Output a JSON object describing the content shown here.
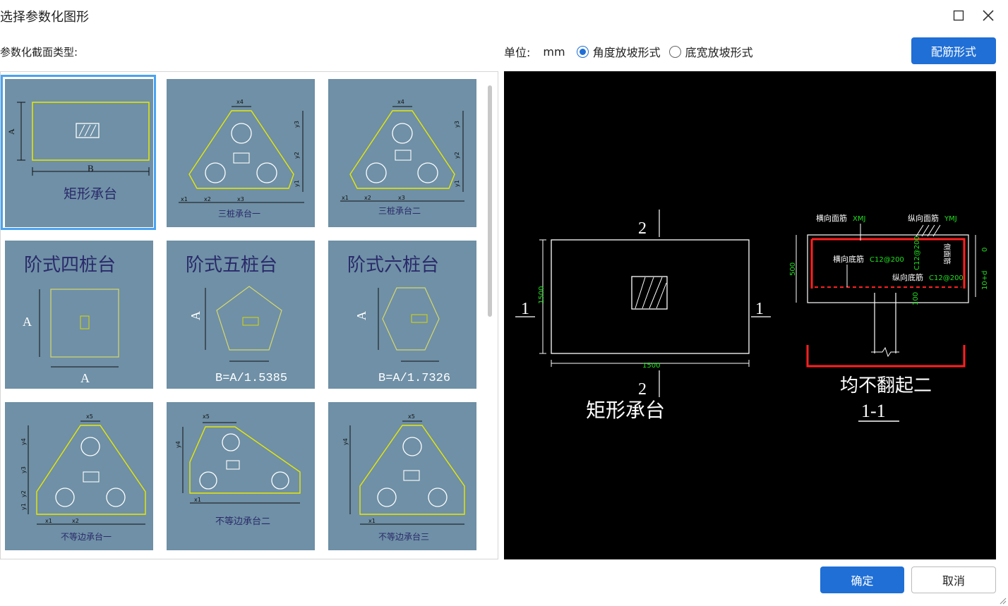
{
  "window": {
    "title": "选择参数化图形"
  },
  "labels": {
    "section_type": "参数化截面类型:",
    "unit_label": "单位:",
    "unit_value": "mm"
  },
  "options": {
    "angle": "角度放坡形式",
    "width": "底宽放坡形式",
    "selected": "angle"
  },
  "buttons": {
    "rebar": "配筋形式",
    "ok": "确定",
    "cancel": "取消"
  },
  "shapes": [
    {
      "id": "rect",
      "label": "矩形承台",
      "selected": true
    },
    {
      "id": "three1",
      "label": "三桩承台一"
    },
    {
      "id": "three2",
      "label": "三桩承台二"
    },
    {
      "id": "step4",
      "label": "阶式四桩台",
      "note": "A"
    },
    {
      "id": "step5",
      "label": "阶式五桩台",
      "note": "B=A/1.5385"
    },
    {
      "id": "step6",
      "label": "阶式六桩台",
      "note": "B=A/1.7326"
    },
    {
      "id": "uneq1",
      "label": "不等边承台一"
    },
    {
      "id": "uneq2",
      "label": "不等边承台二"
    },
    {
      "id": "uneq3",
      "label": "不等边承台三"
    }
  ],
  "thumb_marks": {
    "rect_a": "A",
    "rect_b": "B",
    "x1": "x1",
    "x2": "x2",
    "x3": "x3",
    "x4": "x4",
    "x5": "x5",
    "y1": "y1",
    "y2": "y2",
    "y3": "y3",
    "y4": "y4"
  },
  "preview": {
    "title": "矩形承台",
    "dim_w": "1500",
    "dim_h": "1500",
    "section_mark_h": "2",
    "section_mark_v": "1",
    "rebar_top_x": "横向面筋",
    "rebar_top_x_code": "XMJ",
    "rebar_top_y": "纵向面筋",
    "rebar_top_y_code": "YMJ",
    "rebar_bot_x": "横向底筋",
    "rebar_bot_x_code": "C12@200",
    "rebar_bot_y": "纵向底筋",
    "rebar_bot_y_code": "C12@200",
    "side": "侧面筋",
    "side_code": "C12@200",
    "dim_500": "500",
    "dim_100": "100",
    "dim_0": "0",
    "dim_10d": "10+d",
    "bend_note": "均不翻起二",
    "section_label": "1-1"
  },
  "colors": {
    "accent": "#1f6fd6",
    "thumb_bg": "#6f90a6",
    "shape_line": "#e8e800",
    "label_text": "#2a2a6a",
    "cad_red": "#ff2020",
    "cad_green": "#20e020"
  }
}
